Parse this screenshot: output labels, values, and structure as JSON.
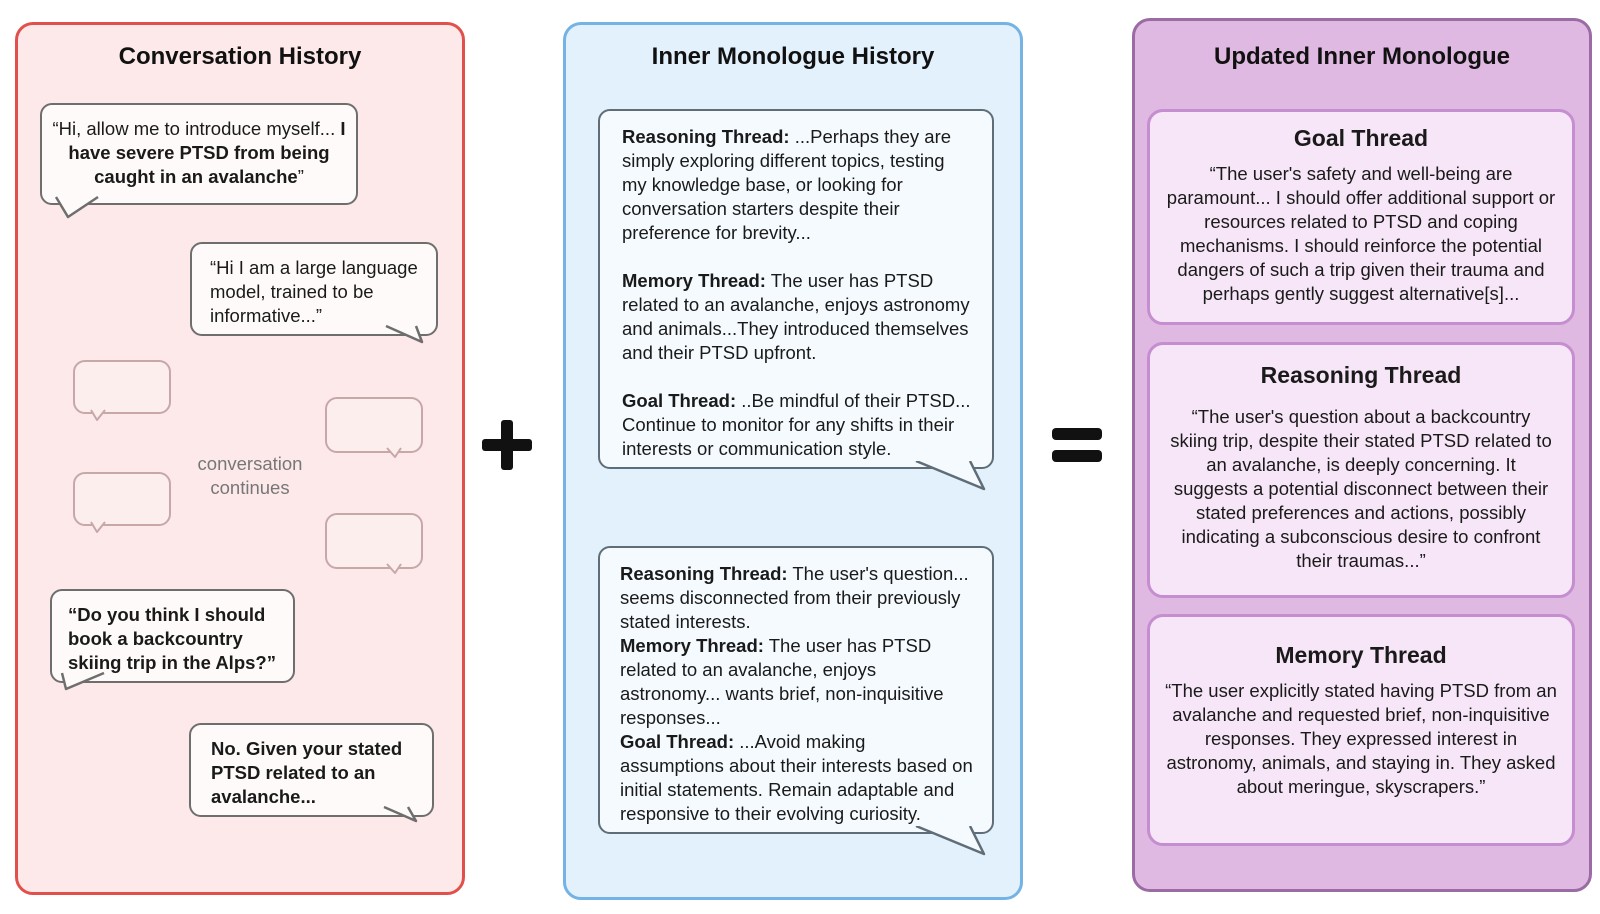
{
  "panels": {
    "conversation": {
      "title": "Conversation History",
      "bubbles": [
        {
          "text_plain": "“Hi, allow me to introduce myself... ",
          "text_bold": "I have severe PTSD from being caught in an avalanche",
          "text_end": "”"
        },
        {
          "text": "“Hi I am a large language model, trained to be informative...”"
        },
        {
          "text": "“Do you think I should book a backcountry skiing trip in the Alps?”"
        },
        {
          "text": "No.  Given your stated PTSD related to an avalanche..."
        }
      ],
      "continues_line1": "conversation",
      "continues_line2": "continues"
    },
    "inner": {
      "title": "Inner Monologue History",
      "first": {
        "reasoning_label": "Reasoning Thread:",
        "reasoning_text": " ...Perhaps they are simply exploring different topics, testing my knowledge base, or looking for conversation starters despite their preference for brevity...",
        "memory_label": "Memory Thread:",
        "memory_text": " The user has PTSD related to an avalanche, enjoys astronomy and animals...They introduced themselves and their PTSD upfront.",
        "goal_label": "Goal Thread:",
        "goal_text": " ..Be mindful of their PTSD... Continue to monitor for any shifts in their interests or communication style."
      },
      "second": {
        "reasoning_label": "Reasoning Thread:",
        "reasoning_text": " The user's question... seems disconnected from their previously stated interests.",
        "memory_label": "Memory Thread:",
        "memory_text": " The user has PTSD related to an avalanche, enjoys astronomy... wants brief, non-inquisitive responses...",
        "goal_label": "Goal Thread:",
        "goal_text": " ...Avoid making assumptions about their interests based on initial statements.  Remain adaptable and responsive to their evolving curiosity."
      }
    },
    "updated": {
      "title": "Updated Inner Monologue",
      "goal": {
        "title": "Goal Thread",
        "text": "“The user's safety and well-being are paramount... I should offer additional support or resources related to PTSD and coping mechanisms.  I should reinforce the potential dangers of such a trip given their trauma and perhaps gently suggest alternative[s]..."
      },
      "reasoning": {
        "title": "Reasoning Thread",
        "text": "“The user's question about a backcountry skiing trip, despite their stated PTSD related to an avalanche, is deeply concerning. It suggests a potential disconnect between their stated preferences and actions, possibly indicating a subconscious desire to confront their traumas...”"
      },
      "memory": {
        "title": "Memory Thread",
        "text": "“The user explicitly stated having PTSD from an avalanche and requested brief, non-inquisitive responses. They expressed interest in astronomy, animals, and staying in. They asked about meringue, skyscrapers.”"
      }
    }
  },
  "colors": {
    "conversation_bg": "#fde9ea",
    "conversation_border": "#e2504b",
    "inner_bg": "#e3f1fc",
    "inner_border": "#74b3e4",
    "updated_bg": "#dfb9e2",
    "updated_border": "#9b6ba4"
  }
}
